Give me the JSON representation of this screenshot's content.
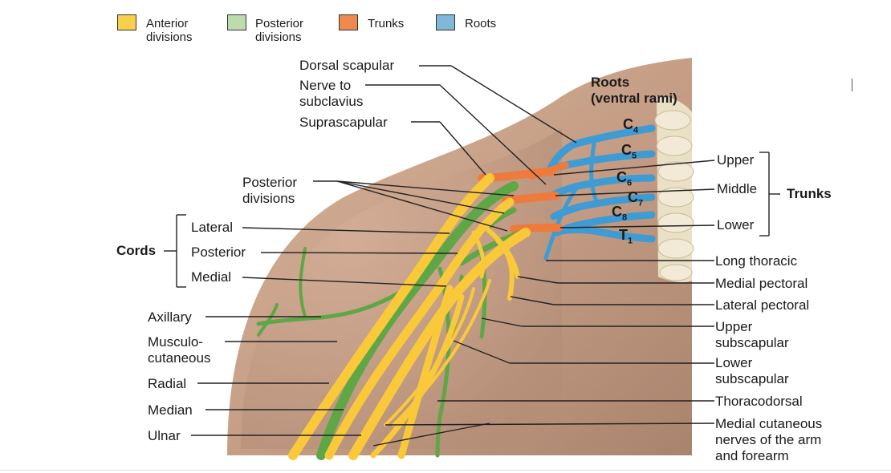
{
  "legend": {
    "items": [
      {
        "label_line1": "Anterior",
        "label_line2": "divisions",
        "color": "#F9D04B"
      },
      {
        "label_line1": "Posterior",
        "label_line2": "divisions",
        "color": "#BDDCAD"
      },
      {
        "label_line1": "Trunks",
        "label_line2": "",
        "color": "#EE8A4F"
      },
      {
        "label_line1": "Roots",
        "label_line2": "",
        "color": "#7FB8D9"
      }
    ]
  },
  "labels": {
    "dorsal_scapular": "Dorsal scapular",
    "nerve_to_line1": "Nerve to",
    "nerve_to_line2": "subclavius",
    "suprascapular": "Suprascapular",
    "roots_line1": "Roots",
    "roots_line2": "(ventral rami)",
    "posterior_divisions_line1": "Posterior",
    "posterior_divisions_line2": "divisions",
    "lateral": "Lateral",
    "posterior": "Posterior",
    "medial": "Medial",
    "cords": "Cords",
    "axillary": "Axillary",
    "musculo_line1": "Musculo-",
    "musculo_line2": "cutaneous",
    "radial": "Radial",
    "median": "Median",
    "ulnar": "Ulnar",
    "upper": "Upper",
    "middle": "Middle",
    "lower": "Lower",
    "trunks": "Trunks",
    "long_thoracic": "Long thoracic",
    "medial_pectoral": "Medial pectoral",
    "lateral_pectoral": "Lateral pectoral",
    "upper_subscapular_line1": "Upper",
    "upper_subscapular_line2": "subscapular",
    "lower_subscapular_line1": "Lower",
    "lower_subscapular_line2": "subscapular",
    "thoracodorsal": "Thoracodorsal",
    "medial_cutaneous_line1": "Medial cutaneous",
    "medial_cutaneous_line2": "nerves of the arm",
    "medial_cutaneous_line3": "and forearm"
  },
  "roots": {
    "c4": {
      "letter": "C",
      "sub": "4"
    },
    "c5": {
      "letter": "C",
      "sub": "5"
    },
    "c6": {
      "letter": "C",
      "sub": "6"
    },
    "c7": {
      "letter": "C",
      "sub": "7"
    },
    "c8": {
      "letter": "C",
      "sub": "8"
    },
    "t1": {
      "letter": "T",
      "sub": "1"
    }
  },
  "colors": {
    "skin": "#C9A48C",
    "skin_shadow": "#A8826C",
    "anterior": "#F9C93A",
    "posterior": "#5FA646",
    "trunk": "#EE7A3C",
    "root": "#3E9BD3",
    "spine": "#EDE4CC"
  }
}
